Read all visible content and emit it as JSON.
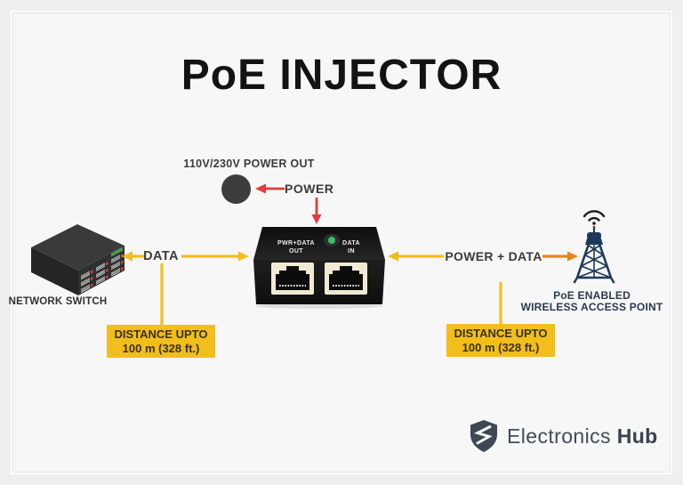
{
  "title": "PoE INJECTOR",
  "power": {
    "outlet_label": "110V/230V POWER OUT",
    "arrow_label": "POWER"
  },
  "injector": {
    "port_out_line1": "PWR+DATA",
    "port_out_line2": "OUT",
    "port_in_line1": "DATA",
    "port_in_line2": "IN"
  },
  "switch": {
    "label": "NETWORK SWITCH"
  },
  "data_link": {
    "label": "DATA",
    "distance_line1": "DISTANCE UPTO",
    "distance_line2": "100 m (328 ft.)"
  },
  "poe_link": {
    "label": "POWER + DATA",
    "distance_line1": "DISTANCE UPTO",
    "distance_line2": "100 m (328 ft.)"
  },
  "access_point": {
    "label_line1": "PoE ENABLED",
    "label_line2": "WIRELESS ACCESS POINT"
  },
  "branding": {
    "name": "Electronics",
    "name_bold": "Hub"
  },
  "colors": {
    "arrow_yellow": "#F2BE1C",
    "arrow_orange": "#E8861E",
    "arrow_red": "#E23B3E",
    "tower_navy": "#1E3A5A",
    "label_dark": "#3B3B3B",
    "background": "#F7F7F7"
  }
}
